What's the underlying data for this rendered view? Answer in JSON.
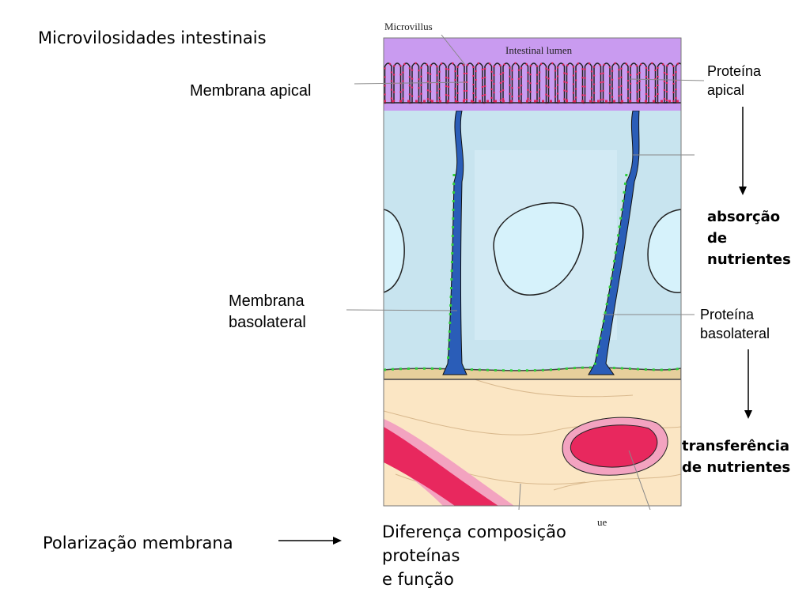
{
  "title": "Microvilosidades intestinais",
  "figure_labels": {
    "microvillus": "Microvillus",
    "lumen": "Intestinal lumen",
    "cut_fragment": "ue"
  },
  "labels": {
    "apical_membrane": "Membrana apical",
    "basolateral_membrane": [
      "Membrana",
      "basolateral"
    ],
    "apical_protein": [
      "Proteína",
      "apical"
    ],
    "absorption": [
      "absorção",
      "de",
      "nutrientes"
    ],
    "basolateral_protein": [
      "Proteína",
      "basolateral"
    ],
    "transfer": [
      "transferência",
      "de nutrientes"
    ],
    "polarization": "Polarização membrana",
    "difference": [
      "Diferença composição",
      "proteínas",
      "e função"
    ]
  },
  "colors": {
    "lumen": "#c99bf0",
    "cell": "#c8e4ef",
    "junction": "#2a5db8",
    "connective": "#fbe6c4",
    "vessel": "#e8285e",
    "apical_protein_dots": "#e0245a",
    "basolateral_protein_dots": "#2fcf3a"
  }
}
